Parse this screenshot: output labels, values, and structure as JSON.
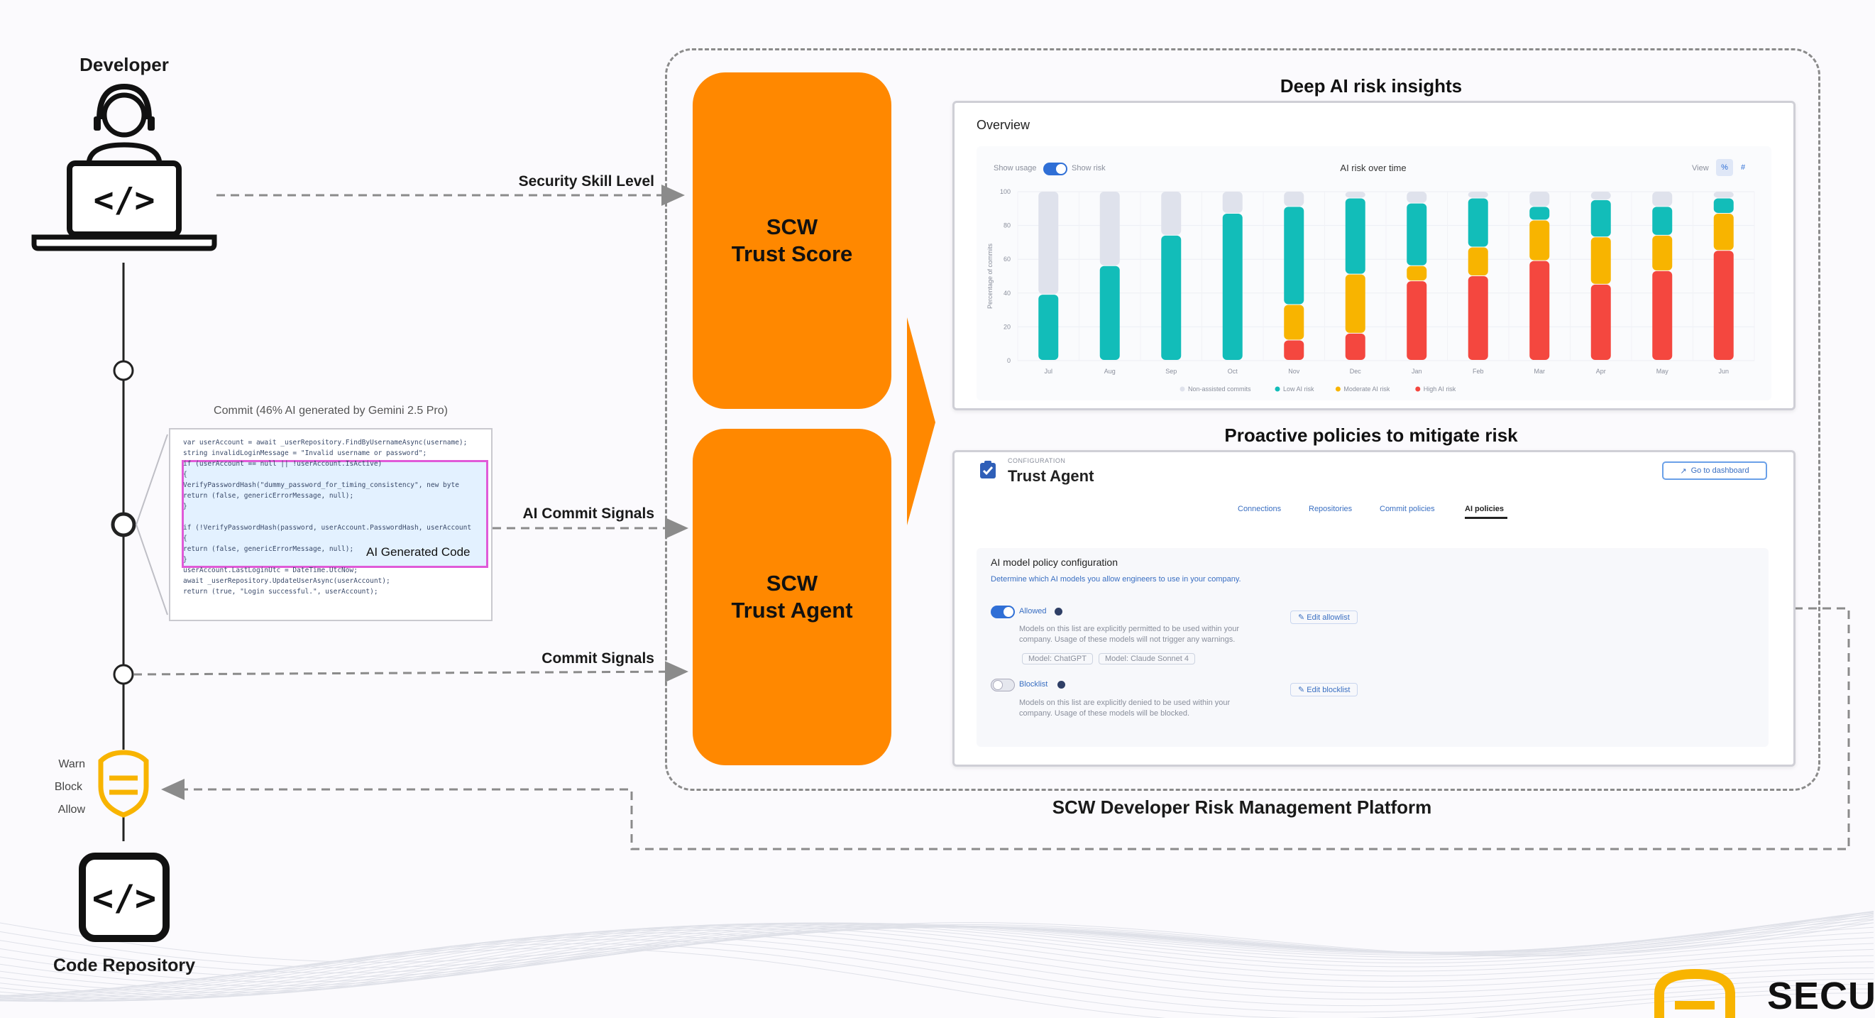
{
  "developer": {
    "label": "Developer"
  },
  "code_repository": {
    "label": "Code Repository"
  },
  "signals": {
    "security_skill_level": "Security Skill Level",
    "ai_commit_signals": "AI Commit Signals",
    "commit_signals": "Commit Signals"
  },
  "guard": {
    "warn": "Warn",
    "block": "Block",
    "allow": "Allow"
  },
  "commit_card": {
    "caption": "Commit (46% AI generated by Gemini 2.5 Pro)",
    "highlight_label": "AI Generated Code",
    "code_lines": [
      "var userAccount = await _userRepository.FindByUsernameAsync(username);",
      "string invalidLoginMessage = \"Invalid username or password\";",
      "if (userAccount == null || !userAccount.IsActive)",
      "{",
      "    VerifyPasswordHash(\"dummy_password_for_timing_consistency\", new byte",
      "    return (false, genericErrorMessage, null);",
      "}",
      "",
      "if (!VerifyPasswordHash(password, userAccount.PasswordHash, userAccount",
      "{",
      "    return (false, genericErrorMessage, null);",
      "}",
      "userAccount.LastLoginUtc = DateTime.UtcNow;",
      "await _userRepository.UpdateUserAsync(userAccount);",
      "return (true, \"Login successful.\", userAccount);"
    ]
  },
  "trust_score": {
    "line1": "SCW",
    "line2": "Trust Score"
  },
  "trust_agent": {
    "line1": "SCW",
    "line2": "Trust Agent"
  },
  "insights": {
    "title": "Deep AI risk insights",
    "overview": "Overview",
    "show_usage": "Show usage",
    "show_risk": "Show risk",
    "view_label": "View",
    "view_opt_pct": "%",
    "view_opt_num": "#"
  },
  "policies": {
    "title": "Proactive policies to mitigate risk",
    "eyebrow": "CONFIGURATION",
    "header": "Trust Agent",
    "dashboard_btn": "Go to dashboard",
    "tabs": [
      "Connections",
      "Repositories",
      "Commit policies",
      "AI policies"
    ],
    "active_tab": "AI policies",
    "config_title": "AI model policy configuration",
    "config_desc": "Determine which AI models you allow engineers to use in your company.",
    "allowed": {
      "label": "Allowed",
      "desc1": "Models on this list are explicitly permitted to be used within your",
      "desc2": "company. Usage of these models will not trigger any warnings.",
      "model1": "Model: ChatGPT",
      "model2": "Model: Claude Sonnet 4",
      "edit": "Edit allowlist"
    },
    "blocked": {
      "label": "Blocklist",
      "desc1": "Models on this list are explicitly denied to be used within your",
      "desc2": "company. Usage of these models will be blocked.",
      "edit": "Edit blocklist"
    }
  },
  "platform": {
    "label": "SCW Developer Risk Management Platform"
  },
  "brand": {
    "text": "SECU"
  },
  "colors": {
    "orange": "#ff8800",
    "teal": "#12bdb9",
    "yellow": "#f8b400",
    "red": "#f4473f",
    "gray_bar": "#dfe2ec",
    "blue": "#2f6fd6"
  },
  "chart_data": {
    "type": "bar",
    "title": "AI risk over time",
    "xlabel": "",
    "ylabel": "Percentage of commits",
    "ylim": [
      0,
      100
    ],
    "yticks": [
      0,
      20,
      40,
      60,
      80,
      100
    ],
    "stacked": true,
    "categories": [
      "Jul",
      "Aug",
      "Sep",
      "Oct",
      "Nov",
      "Dec",
      "Jan",
      "Feb",
      "Mar",
      "Apr",
      "May",
      "Jun"
    ],
    "series": [
      {
        "name": "High AI risk",
        "color": "#f4473f",
        "values": [
          0,
          0,
          0,
          0,
          12,
          16,
          47,
          50,
          59,
          45,
          53,
          65
        ]
      },
      {
        "name": "Moderate AI risk",
        "color": "#f8b400",
        "values": [
          0,
          0,
          0,
          0,
          21,
          35,
          9,
          17,
          24,
          28,
          21,
          22
        ]
      },
      {
        "name": "Low AI risk",
        "color": "#12bdb9",
        "values": [
          39,
          56,
          74,
          87,
          58,
          45,
          37,
          29,
          8,
          22,
          17,
          9
        ]
      },
      {
        "name": "Non-assisted commits",
        "color": "#dfe2ec",
        "values": [
          61,
          44,
          26,
          13,
          9,
          4,
          7,
          4,
          9,
          5,
          9,
          4
        ]
      }
    ],
    "legend": [
      "Non-assisted commits",
      "Low AI risk",
      "Moderate AI risk",
      "High AI risk"
    ],
    "legend_position": "bottom",
    "grid": true
  }
}
